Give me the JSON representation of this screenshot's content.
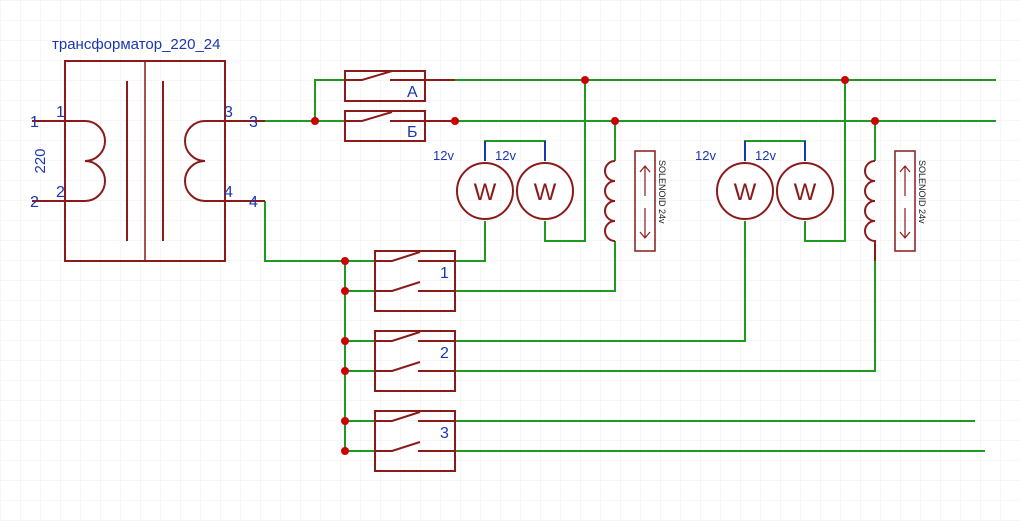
{
  "transformer": {
    "title": "трансформатор_220_24",
    "voltage": "220",
    "pins": [
      "1",
      "2",
      "3",
      "4"
    ]
  },
  "relays": [
    {
      "label": "А"
    },
    {
      "label": "Б"
    },
    {
      "label": "1"
    },
    {
      "label": "2"
    },
    {
      "label": "3"
    }
  ],
  "motors": {
    "label": "W",
    "voltage": "12v"
  },
  "solenoid": {
    "label": "SOLENOID 24v"
  },
  "colors": {
    "component": "#8b1a1a",
    "wire": "#1f9a1f",
    "pin": "#1a36b0",
    "junction": "#cc0000",
    "grid": "#eeeeee"
  }
}
